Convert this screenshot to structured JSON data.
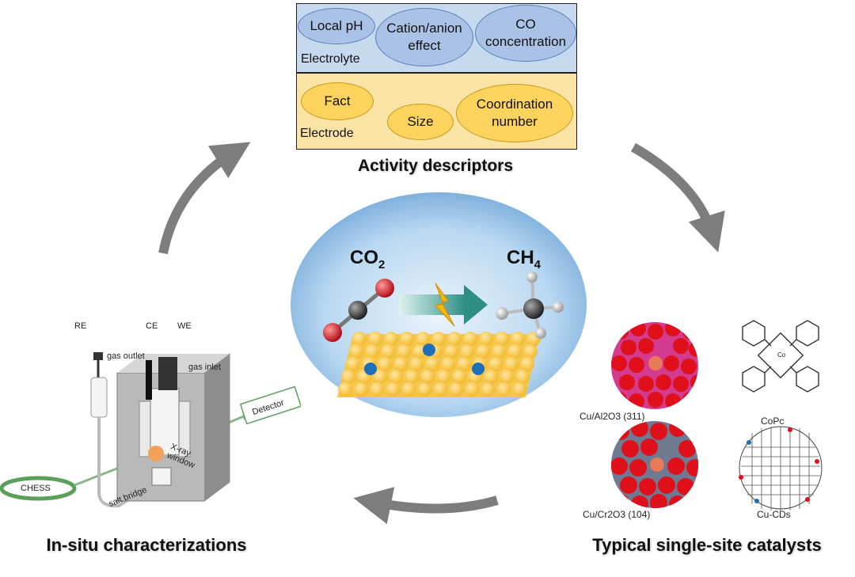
{
  "electrolyte": {
    "label": "Electrolyte",
    "ovals": [
      "Local  pH",
      "Cation/anion effect",
      "CO concentration"
    ]
  },
  "electrode": {
    "label": "Electrode",
    "ovals": [
      "Fact",
      "Size",
      "Coordination number"
    ]
  },
  "titles": {
    "activity": "Activity descriptors",
    "insitu": "In-situ characterizations",
    "catalysts": "Typical single-site catalysts"
  },
  "reaction": {
    "reactant": "CO",
    "reactant_sub": "2",
    "product": "CH",
    "product_sub": "4"
  },
  "cell": {
    "re": "RE",
    "ce": "CE",
    "we": "WE",
    "gas_outlet": "gas outlet",
    "gas_inlet": "gas inlet",
    "xray_window": "X-ray window",
    "detector": "Detector",
    "chess": "CHESS",
    "salt_bridge": "salt bridge"
  },
  "catalysts": {
    "cu_al2o3": "Cu/Al2O3 (311)",
    "copc": "CoPc",
    "cu_cr2o3": "Cu/Cr2O3 (104)",
    "cu_cds": "Cu-CDs",
    "co_atom": "Co"
  },
  "colors": {
    "arrow": "#7d7d7d",
    "electrolyte_bg": "#c7d9ef",
    "electrode_bg": "#fbe3a6",
    "circle": "#9ec6ea"
  }
}
